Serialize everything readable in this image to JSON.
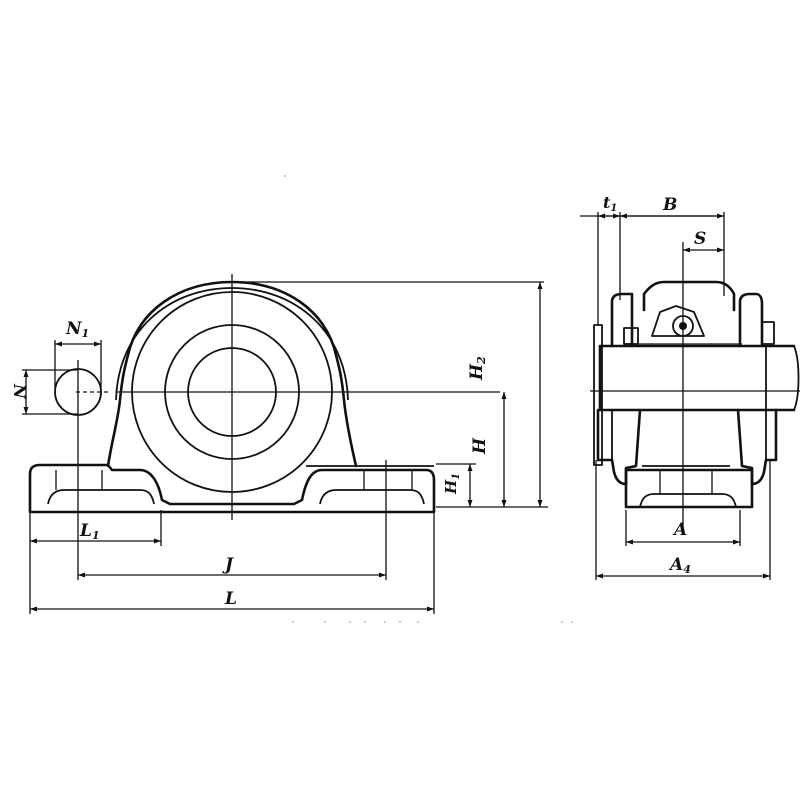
{
  "diagram": {
    "subject": "Pillow block bearing (front view and side view) with dimension callouts",
    "front_view": {
      "labels": {
        "N1": {
          "main": "N",
          "sub": "1"
        },
        "N": {
          "main": "N",
          "sub": ""
        },
        "H2": {
          "main": "H",
          "sub": "2"
        },
        "H": {
          "main": "H",
          "sub": ""
        },
        "H1": {
          "main": "H",
          "sub": "1"
        },
        "L1": {
          "main": "L",
          "sub": "1"
        },
        "J": {
          "main": "J",
          "sub": ""
        },
        "L": {
          "main": "L",
          "sub": ""
        }
      }
    },
    "side_view": {
      "labels": {
        "t1": {
          "main": "t",
          "sub": "1"
        },
        "B": {
          "main": "B",
          "sub": ""
        },
        "S": {
          "main": "S",
          "sub": ""
        },
        "A": {
          "main": "A",
          "sub": ""
        },
        "A4": {
          "main": "A",
          "sub": "4"
        }
      }
    },
    "colors": {
      "line": "#111111",
      "background": "#ffffff"
    }
  }
}
